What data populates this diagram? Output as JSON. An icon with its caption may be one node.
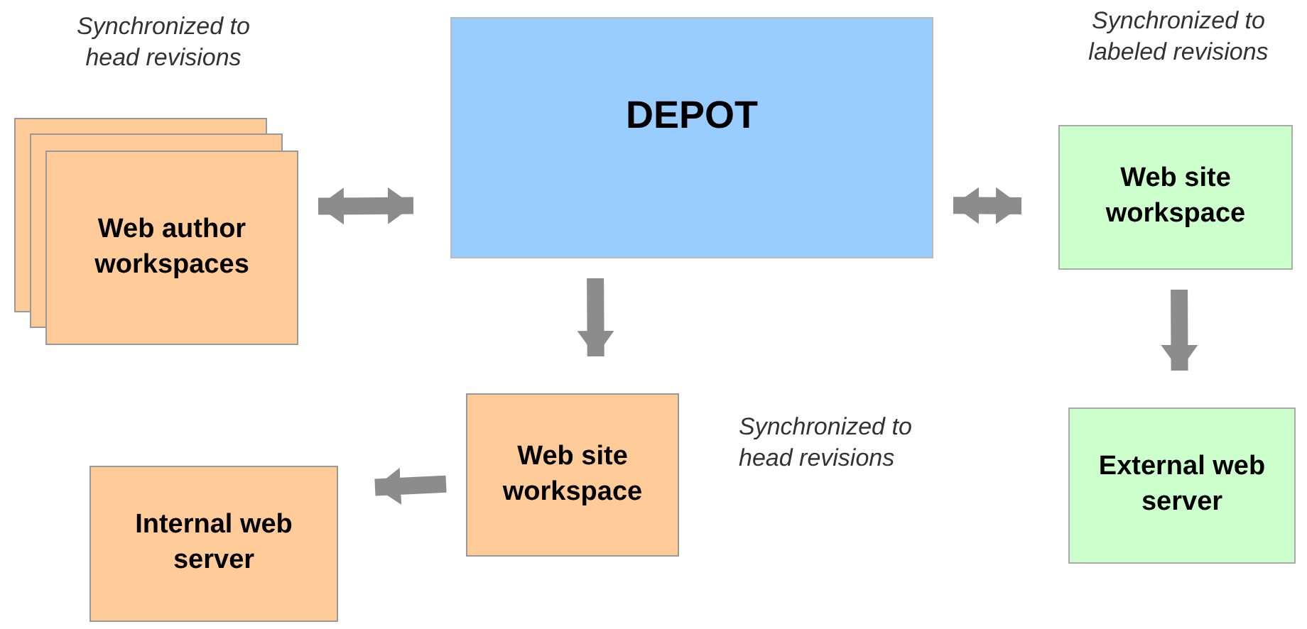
{
  "diagram": {
    "nodes": [
      {
        "text": [
          "Web author workspaces"
        ],
        "beside": [
          "Synchronized to head revisions"
        ]
      },
      {
        "text": [
          "DEPOT"
        ]
      },
      {
        "text": [
          "Web site workspace"
        ],
        "beside": [
          "Synchronized to labeled revisions"
        ]
      },
      {
        "text": [
          "Web site workspace"
        ],
        "beside": [
          "Synchronized to head revisions"
        ]
      },
      {
        "text": [
          "Internal web server"
        ]
      },
      {
        "text": [
          "External web server"
        ]
      }
    ],
    "edges": [
      {
        "from": 0,
        "to": 1,
        "arrow": "both"
      },
      {
        "from": 1,
        "to": 2,
        "arrow": "both"
      },
      {
        "from": 1,
        "to": 3,
        "arrow": "to"
      },
      {
        "from": 3,
        "to": 4,
        "arrow": "to"
      },
      {
        "from": 2,
        "to": 5,
        "arrow": "to"
      }
    ]
  }
}
